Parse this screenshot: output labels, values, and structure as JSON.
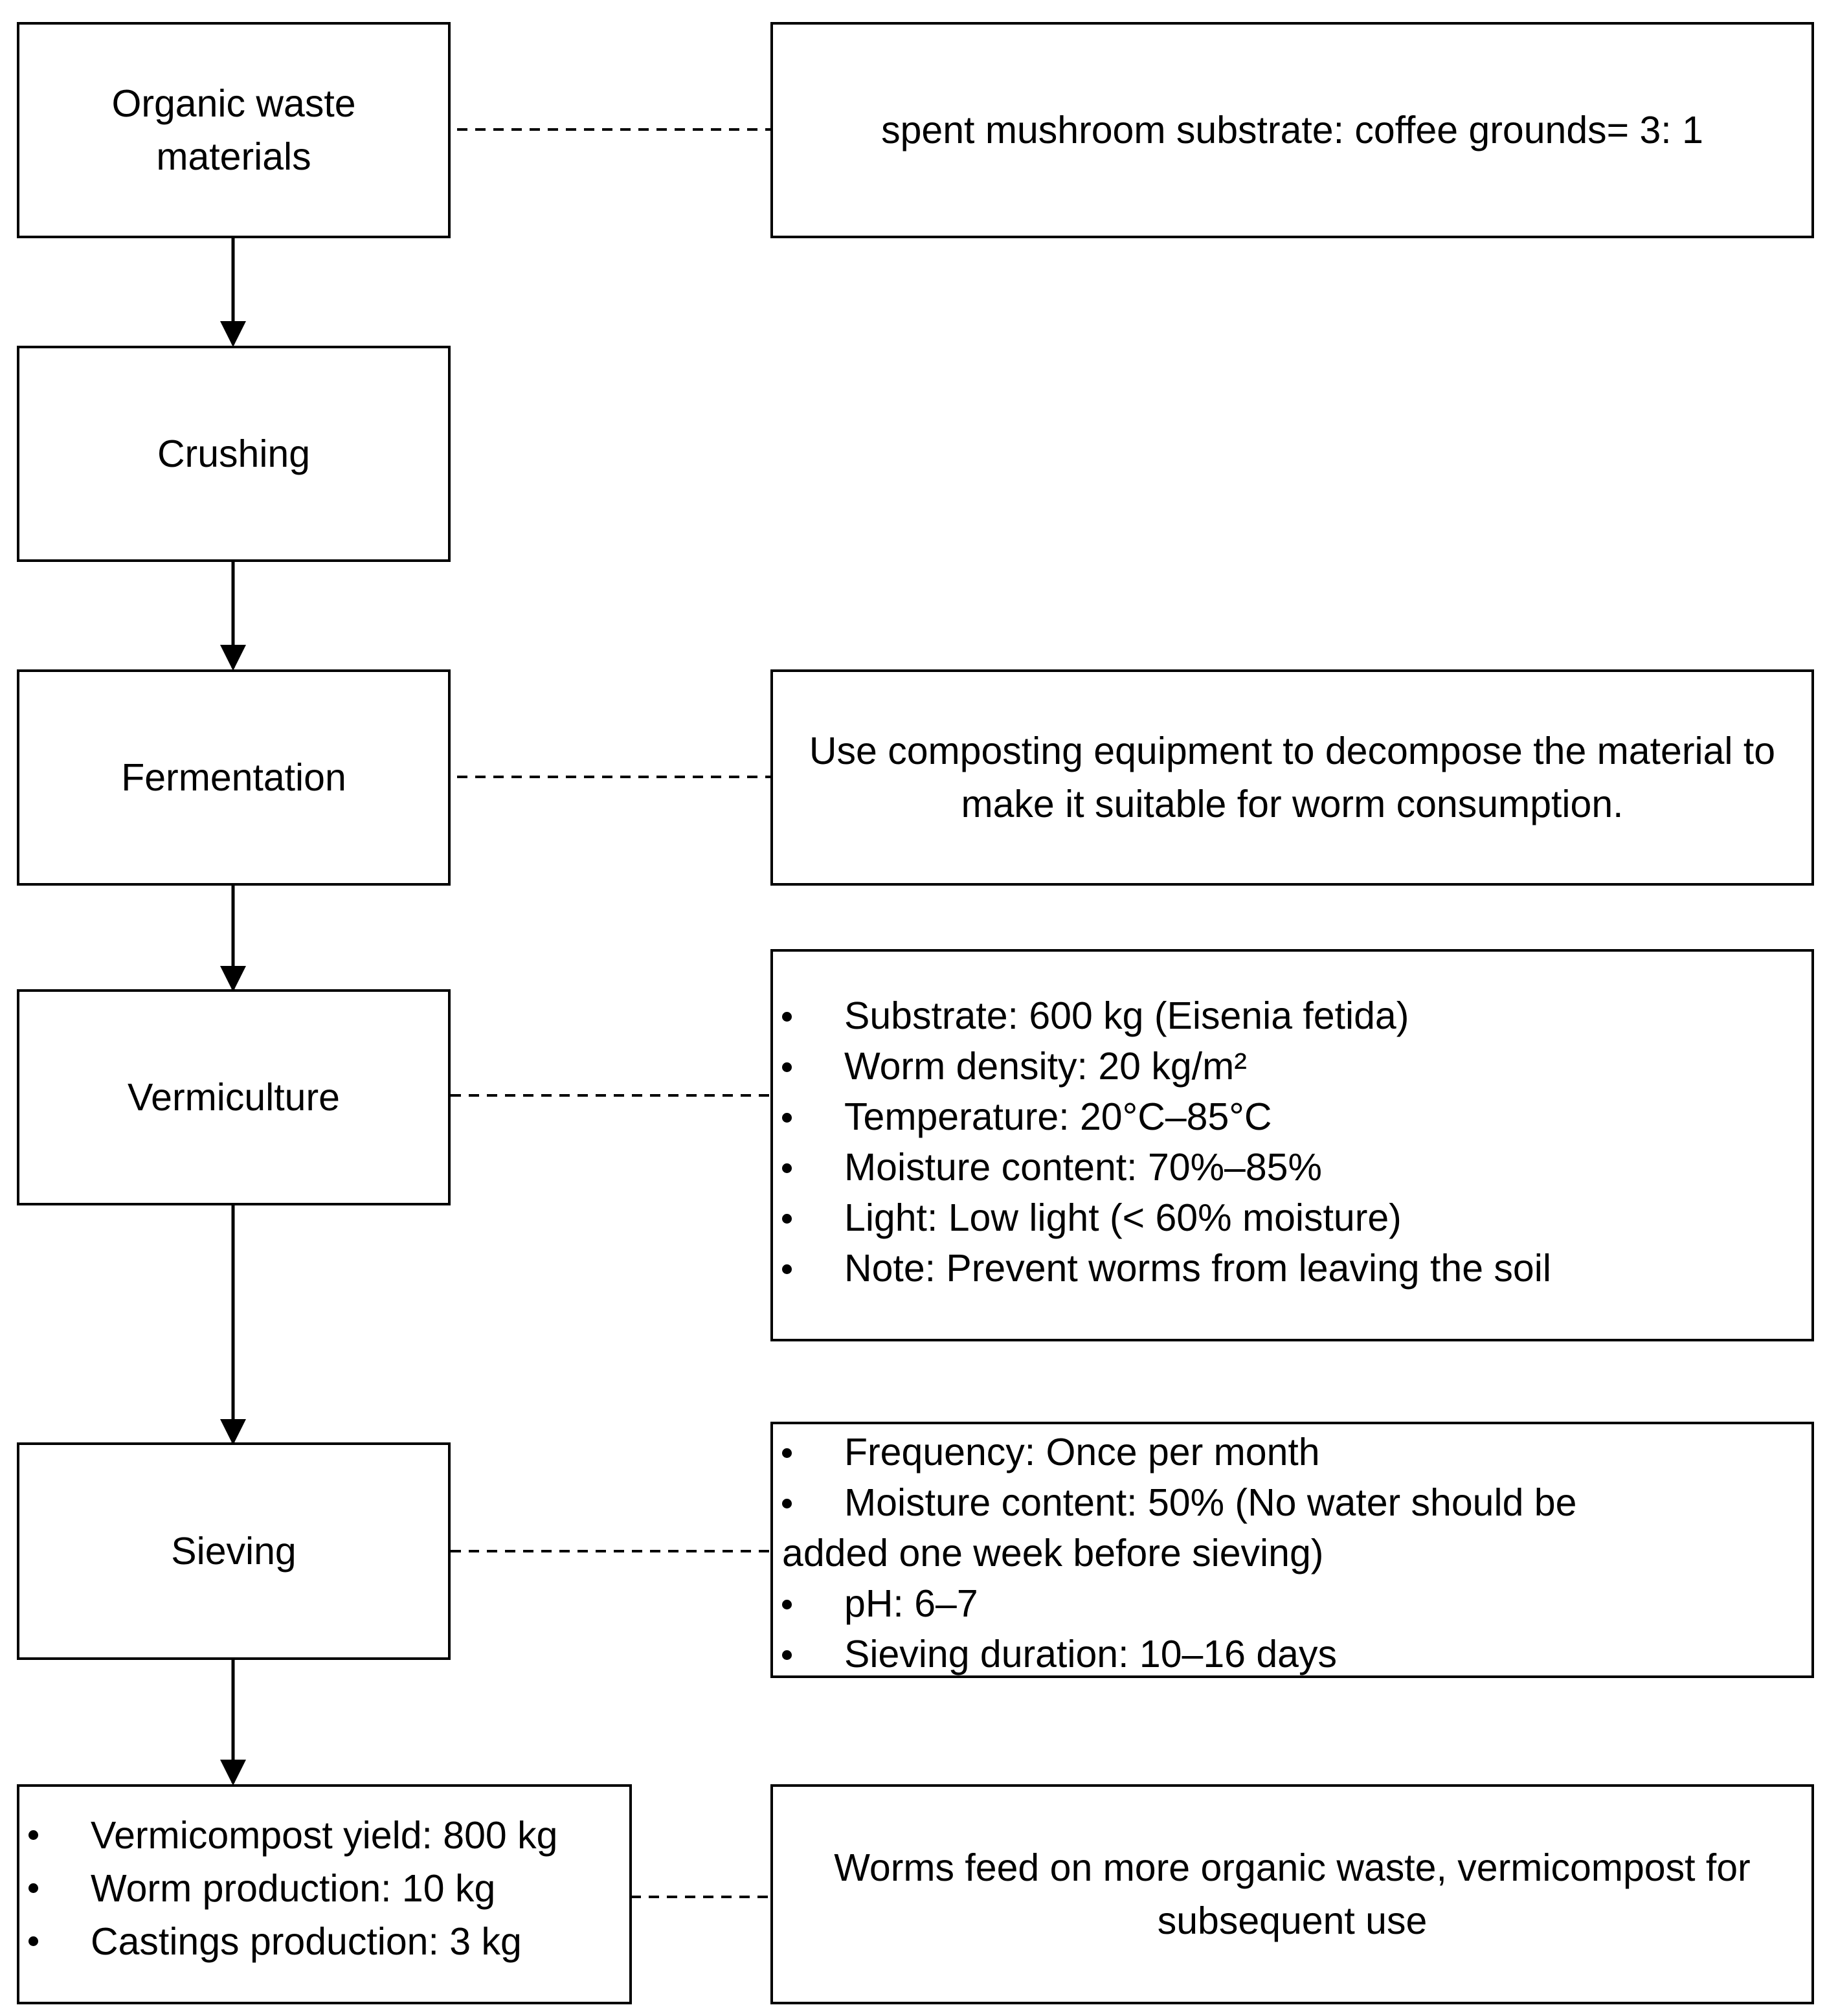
{
  "steps": {
    "organic": "Organic waste materials",
    "crushing": "Crushing",
    "fermentation": "Fermentation",
    "vermiculture": "Vermiculture",
    "sieving": "Sieving"
  },
  "notes": {
    "organic": "spent mushroom substrate: coffee grounds= 3: 1",
    "fermentation": "Use composting equipment to decompose the material to make it suitable for worm consumption.",
    "vermiculture": [
      "Substrate: 600 kg (Eisenia fetida)",
      "Worm density: 20 kg/m²",
      "Temperature: 20°C–85°C",
      "Moisture content: 70%–85%",
      "Light: Low light (< 60% moisture)",
      "Note: Prevent worms from leaving the soil"
    ],
    "sieving": [
      "Frequency: Once per month",
      "Moisture content: 50% (No water should be",
      "added one week before sieving)",
      "pH: 6–7",
      "Sieving duration: 10–16 days"
    ],
    "final": "Worms feed on more organic waste, vermicompost for subsequent use"
  },
  "output": [
    "Vermicompost yield: 800 kg",
    "Worm production: 10 kg",
    "Castings production: 3 kg"
  ]
}
